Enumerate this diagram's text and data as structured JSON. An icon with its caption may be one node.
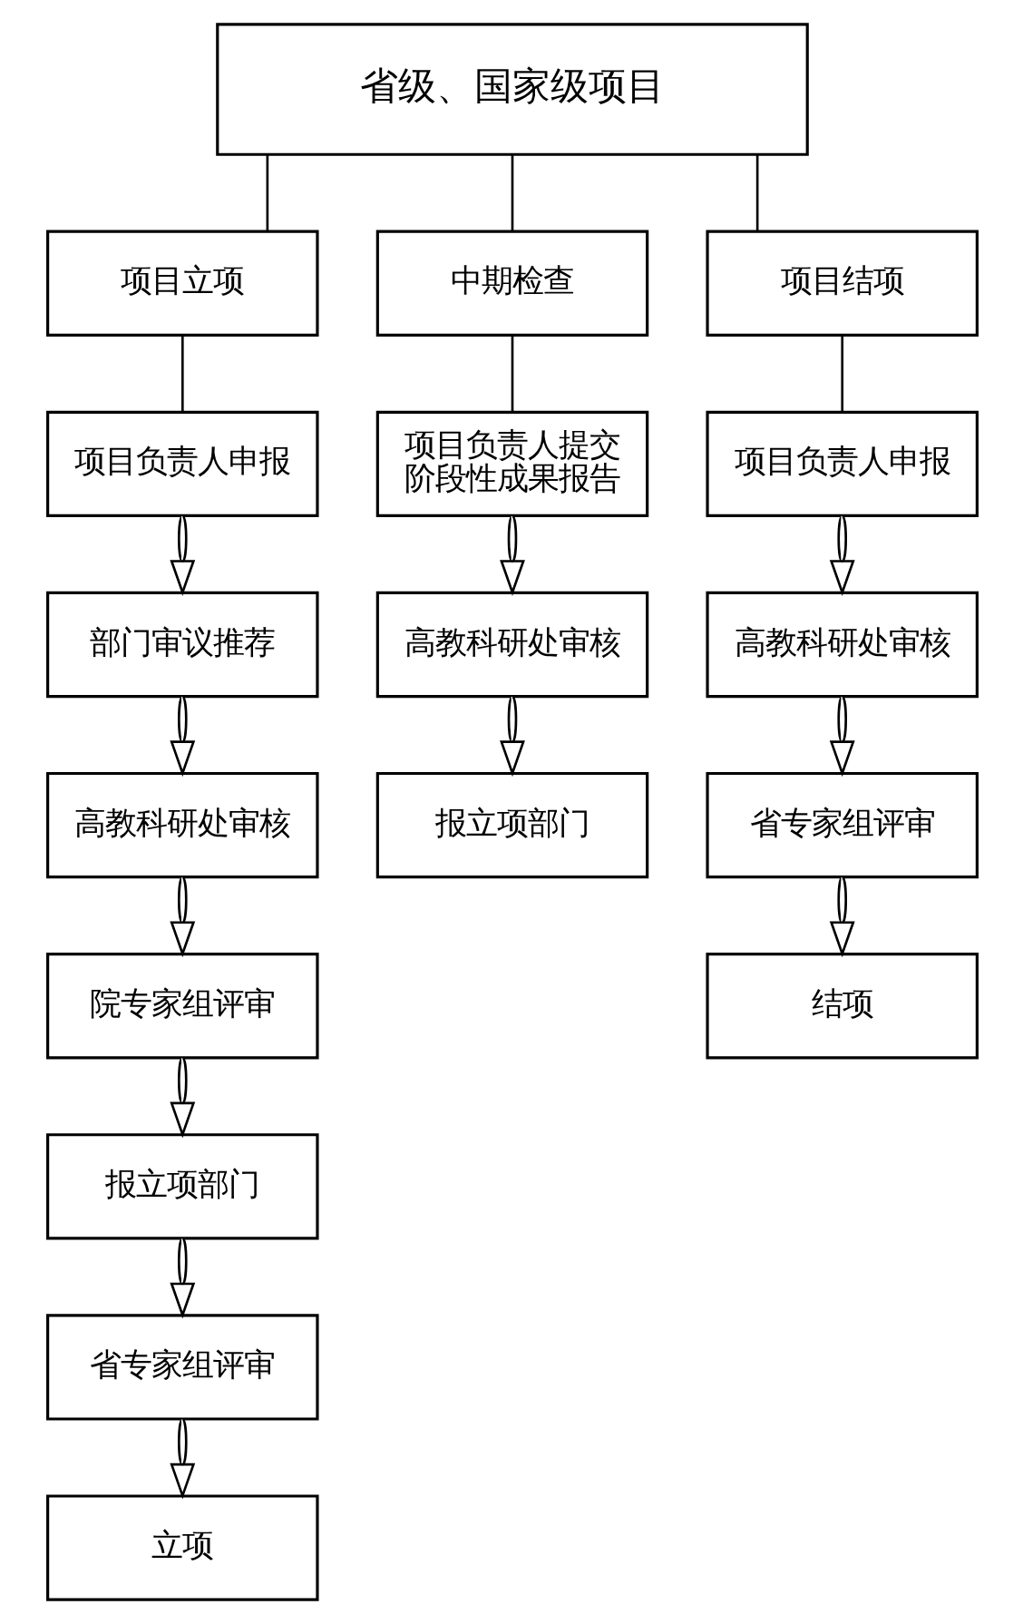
{
  "diagram": {
    "nodes": [
      {
        "text": [
          "省级、国家级项目"
        ]
      },
      {
        "text": [
          "项目立项"
        ]
      },
      {
        "text": [
          "项目负责人申报"
        ]
      },
      {
        "text": [
          "部门审议推荐"
        ]
      },
      {
        "text": [
          "高教科研处审核"
        ]
      },
      {
        "text": [
          "院专家组评审"
        ]
      },
      {
        "text": [
          "报立项部门"
        ]
      },
      {
        "text": [
          "省专家组评审"
        ]
      },
      {
        "text": [
          "立项"
        ]
      },
      {
        "text": [
          "中期检查"
        ]
      },
      {
        "text": [
          "项目负责人提交阶段性成果报告"
        ]
      },
      {
        "text": [
          "高教科研处审核"
        ]
      },
      {
        "text": [
          "报立项部门"
        ]
      },
      {
        "text": [
          "项目结项"
        ]
      },
      {
        "text": [
          "项目负责人申报"
        ]
      },
      {
        "text": [
          "高教科研处审核"
        ]
      },
      {
        "text": [
          "省专家组评审"
        ]
      },
      {
        "text": [
          "结项"
        ]
      }
    ],
    "edges": [
      {
        "from": 0,
        "to": 1,
        "arrow": "none"
      },
      {
        "from": 0,
        "to": 9,
        "arrow": "none"
      },
      {
        "from": 0,
        "to": 13,
        "arrow": "none"
      },
      {
        "from": 1,
        "to": 2,
        "arrow": "none"
      },
      {
        "from": 2,
        "to": 3,
        "arrow": "to"
      },
      {
        "from": 3,
        "to": 4,
        "arrow": "to"
      },
      {
        "from": 4,
        "to": 5,
        "arrow": "to"
      },
      {
        "from": 5,
        "to": 6,
        "arrow": "to"
      },
      {
        "from": 6,
        "to": 7,
        "arrow": "to"
      },
      {
        "from": 7,
        "to": 8,
        "arrow": "to"
      },
      {
        "from": 9,
        "to": 10,
        "arrow": "none"
      },
      {
        "from": 10,
        "to": 11,
        "arrow": "to"
      },
      {
        "from": 11,
        "to": 12,
        "arrow": "to"
      },
      {
        "from": 13,
        "to": 14,
        "arrow": "none"
      },
      {
        "from": 14,
        "to": 15,
        "arrow": "to"
      },
      {
        "from": 15,
        "to": 16,
        "arrow": "to"
      },
      {
        "from": 16,
        "to": 17,
        "arrow": "to"
      }
    ]
  }
}
